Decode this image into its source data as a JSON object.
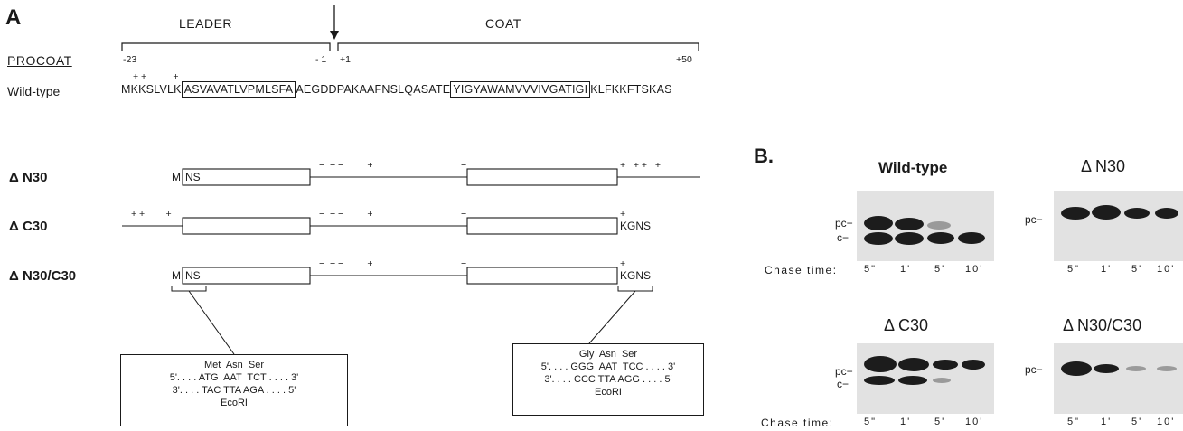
{
  "panelA": {
    "label": "A",
    "leader_header": "LEADER",
    "coat_header": "COAT",
    "procoat_label": "PROCOAT",
    "num_m23": "-23",
    "num_m1": "- 1",
    "num_p1": "+1",
    "num_p50": "+50",
    "wt_label": "Wild-type",
    "wt_plus_top": "+ +          +",
    "wt_seq_a": "MKKSLVLK",
    "wt_seq_box1": "ASVAVATLVPMLSFA",
    "wt_seq_b": "AEGDDPAKAAFNSLQASATE",
    "wt_seq_box2": "YIGYAWAMVVVIVGATIGI",
    "wt_seq_c": "KLFKKFTSKAS",
    "rows": [
      {
        "label": "Δ N30",
        "left": "M",
        "left2": "NS",
        "right": ""
      },
      {
        "label": "Δ C30",
        "left": "",
        "left2": "",
        "right": "KGNS"
      },
      {
        "label": "Δ N30/C30",
        "left": "M",
        "left2": "NS",
        "right": "KGNS"
      }
    ],
    "inset_left": {
      "aa": "Met  Asn  Ser",
      "top": "5'. . . . ATG  AAT  TCT . . . . 3'",
      "bot": "3'. . . . TAC TTA AGA . . . . 5'",
      "enzyme": "EcoRI"
    },
    "inset_right": {
      "aa": "Gly  Asn  Ser",
      "top": "5'. . . . GGG  AAT  TCC . . . . 3'",
      "bot": "3'. . . . CCC TTA AGG . . . . 5'",
      "enzyme": "EcoRI"
    },
    "charge_minus": "−  − −         +",
    "charge_single_minus": "−",
    "charge_plus_right": "+   + +   +",
    "charge_plus_left": "+ +        +"
  },
  "panelB": {
    "label": "B.",
    "gels": [
      {
        "title": "Wild-type",
        "pc": "pc−",
        "c": "c−"
      },
      {
        "title": "Δ N30",
        "pc": "pc−",
        "c": ""
      },
      {
        "title": "Δ C30",
        "pc": "pc−",
        "c": "c−"
      },
      {
        "title": "Δ N30/C30",
        "pc": "pc−",
        "c": ""
      }
    ],
    "chase_label": "Chase time:",
    "lanes": [
      "5\"",
      "1'",
      "5'",
      "10'"
    ]
  }
}
